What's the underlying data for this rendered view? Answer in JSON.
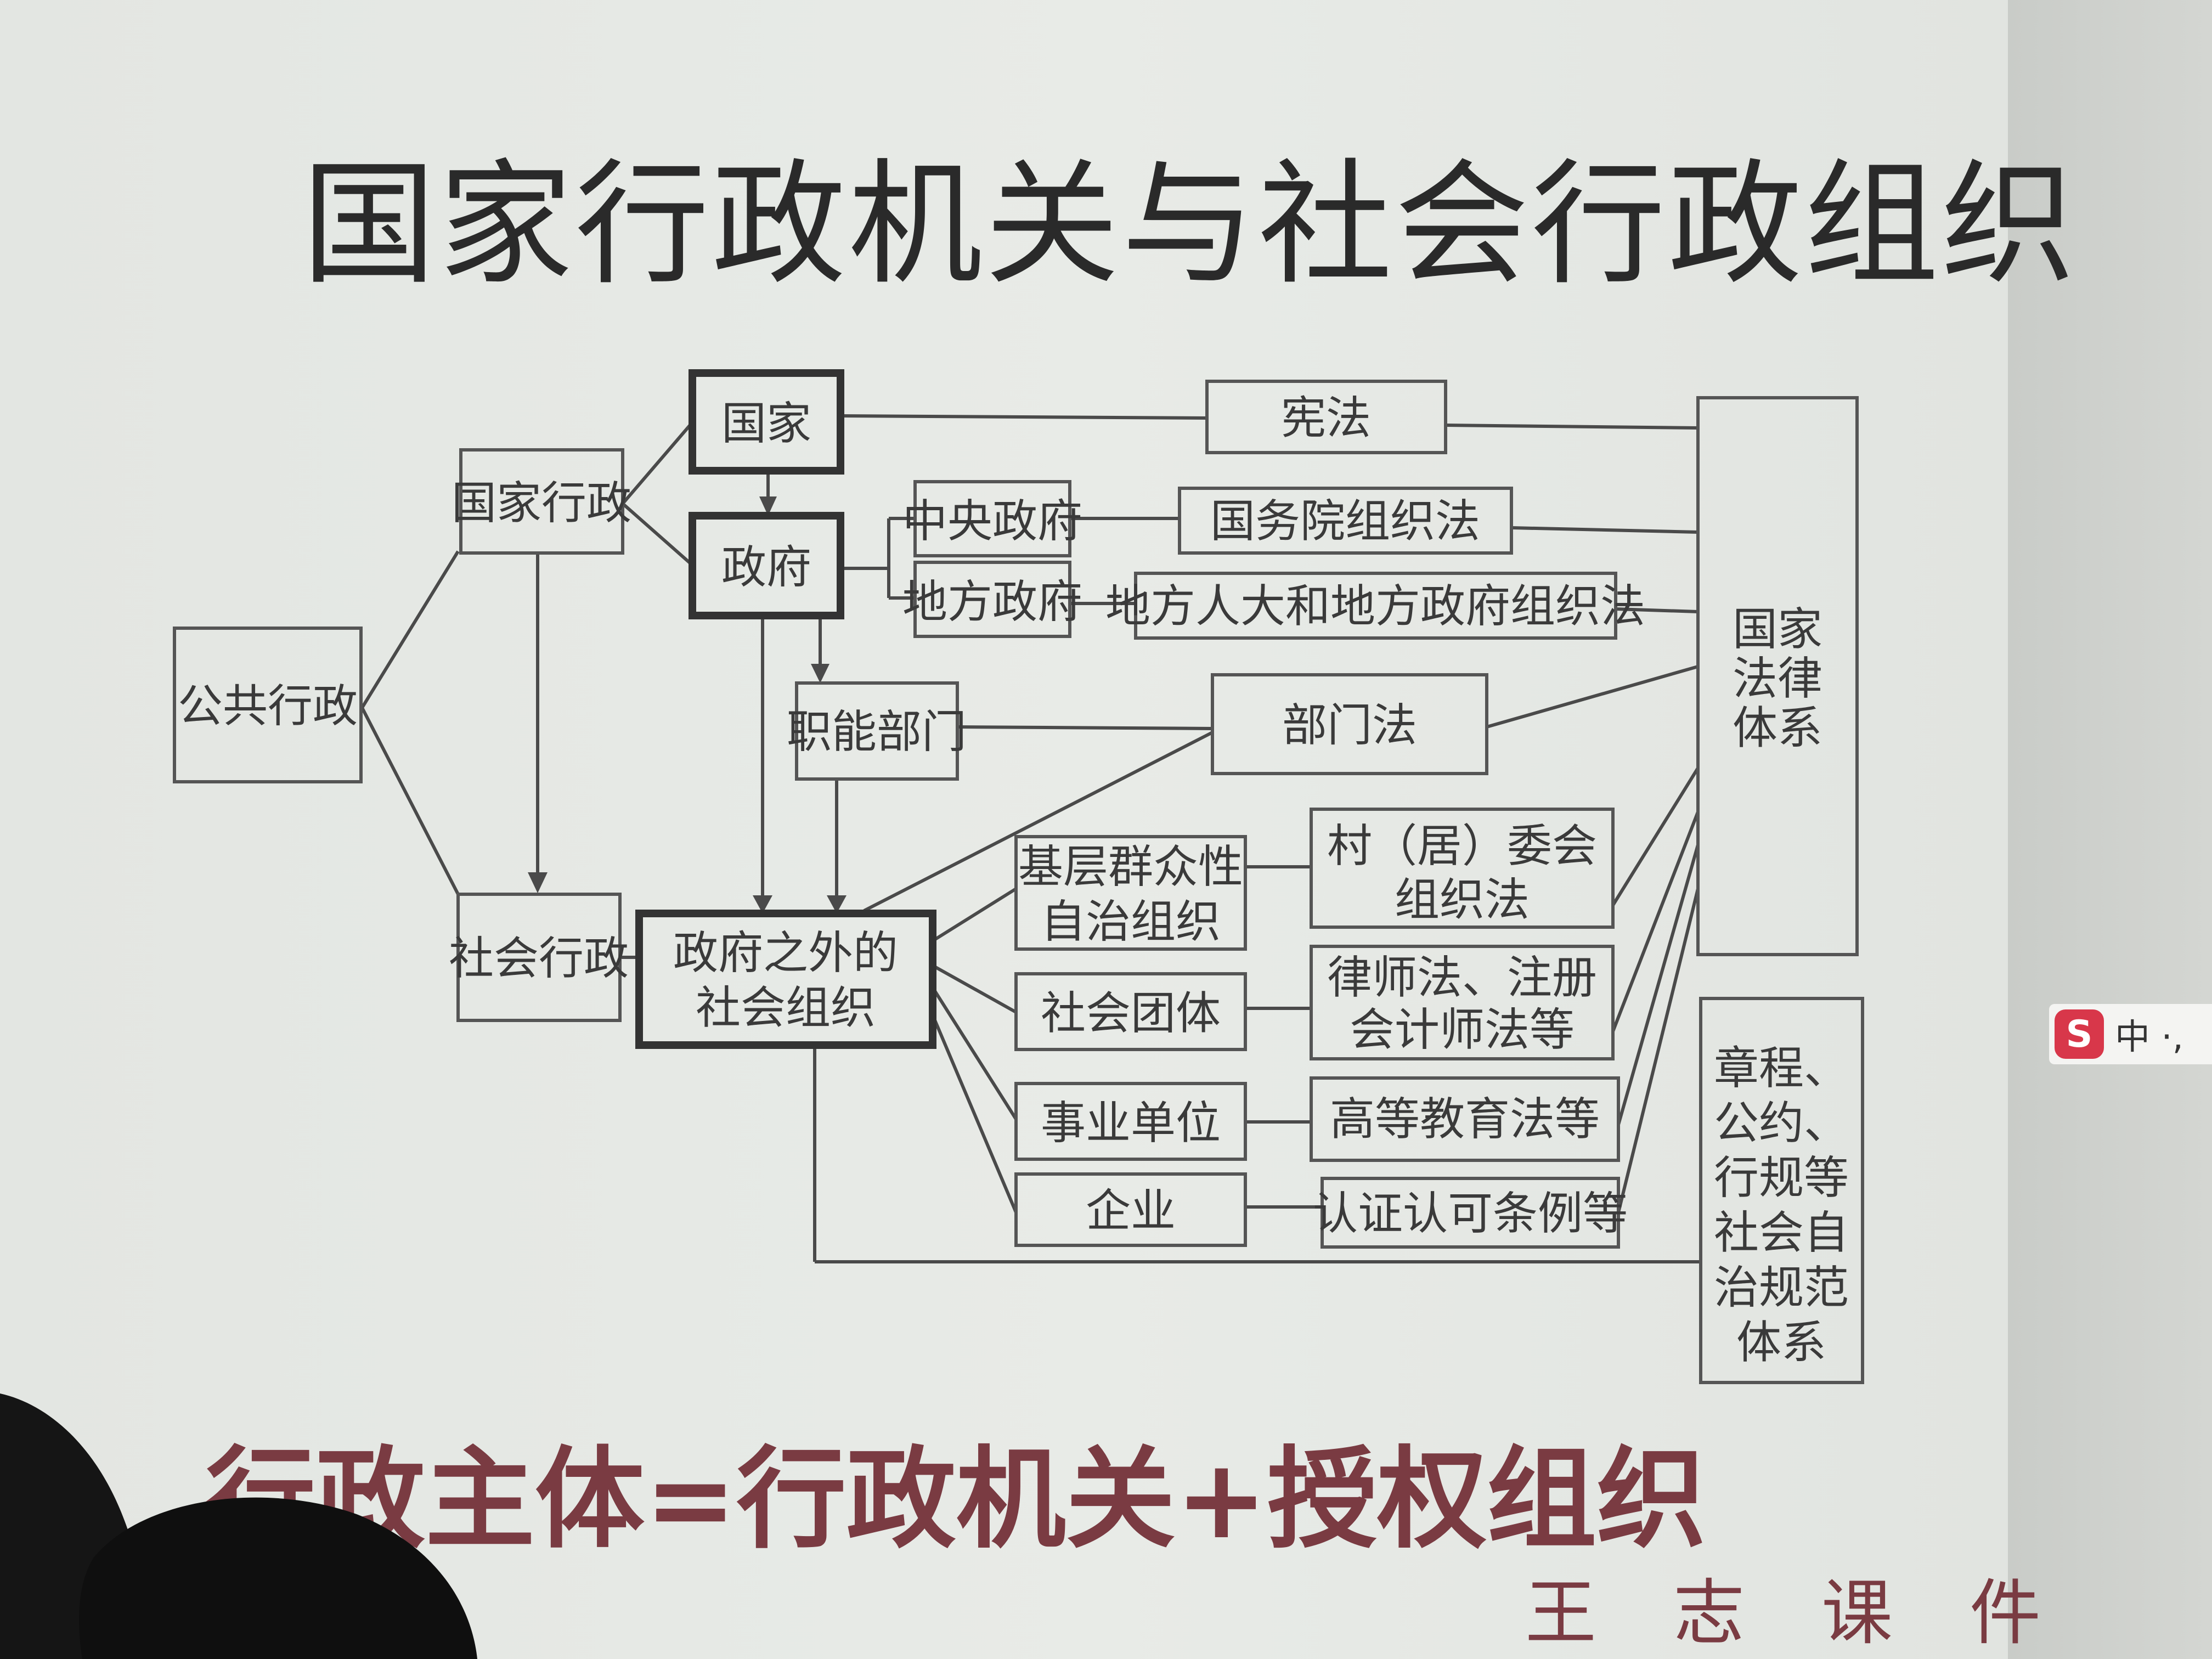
{
  "title": "国家行政机关与社会行政组织",
  "nodes": {
    "public_admin": "公共行政",
    "state_admin": "国家行政",
    "social_admin": "社会行政",
    "state": "国家",
    "government": "政府",
    "central_gov": "中央政府",
    "local_gov": "地方政府",
    "functional_dept": "职能部门",
    "non_gov_org": [
      "政府之外的",
      "社会组织"
    ],
    "grassroots": [
      "基层群众性",
      "自治组织"
    ],
    "social_groups": "社会团体",
    "public_institution": "事业单位",
    "enterprise": "企业",
    "constitution": "宪法",
    "state_council_law": "国务院组织法",
    "local_org_law": "地方人大和地方政府组织法",
    "dept_law": "部门法",
    "village_law": [
      "村（居）委会",
      "组织法"
    ],
    "lawyer_law": [
      "律师法、注册",
      "会计师法等"
    ],
    "higher_edu_law": "高等教育法等",
    "certification_reg": "认证认可条例等",
    "national_legal_system": [
      "国家",
      "法律",
      "体系"
    ],
    "autonomy_norms": [
      "章程、",
      "公约、",
      "行规等",
      "社会自",
      "治规范",
      "体系"
    ]
  },
  "formula": "行政主体=行政机关+授权组织",
  "author": "王志课件",
  "ime": {
    "logo": "S",
    "text": "中 ·,"
  },
  "colors": {
    "accent": "#7a3b42",
    "line": "#4a4a4a",
    "background": "#e6e9e5"
  }
}
